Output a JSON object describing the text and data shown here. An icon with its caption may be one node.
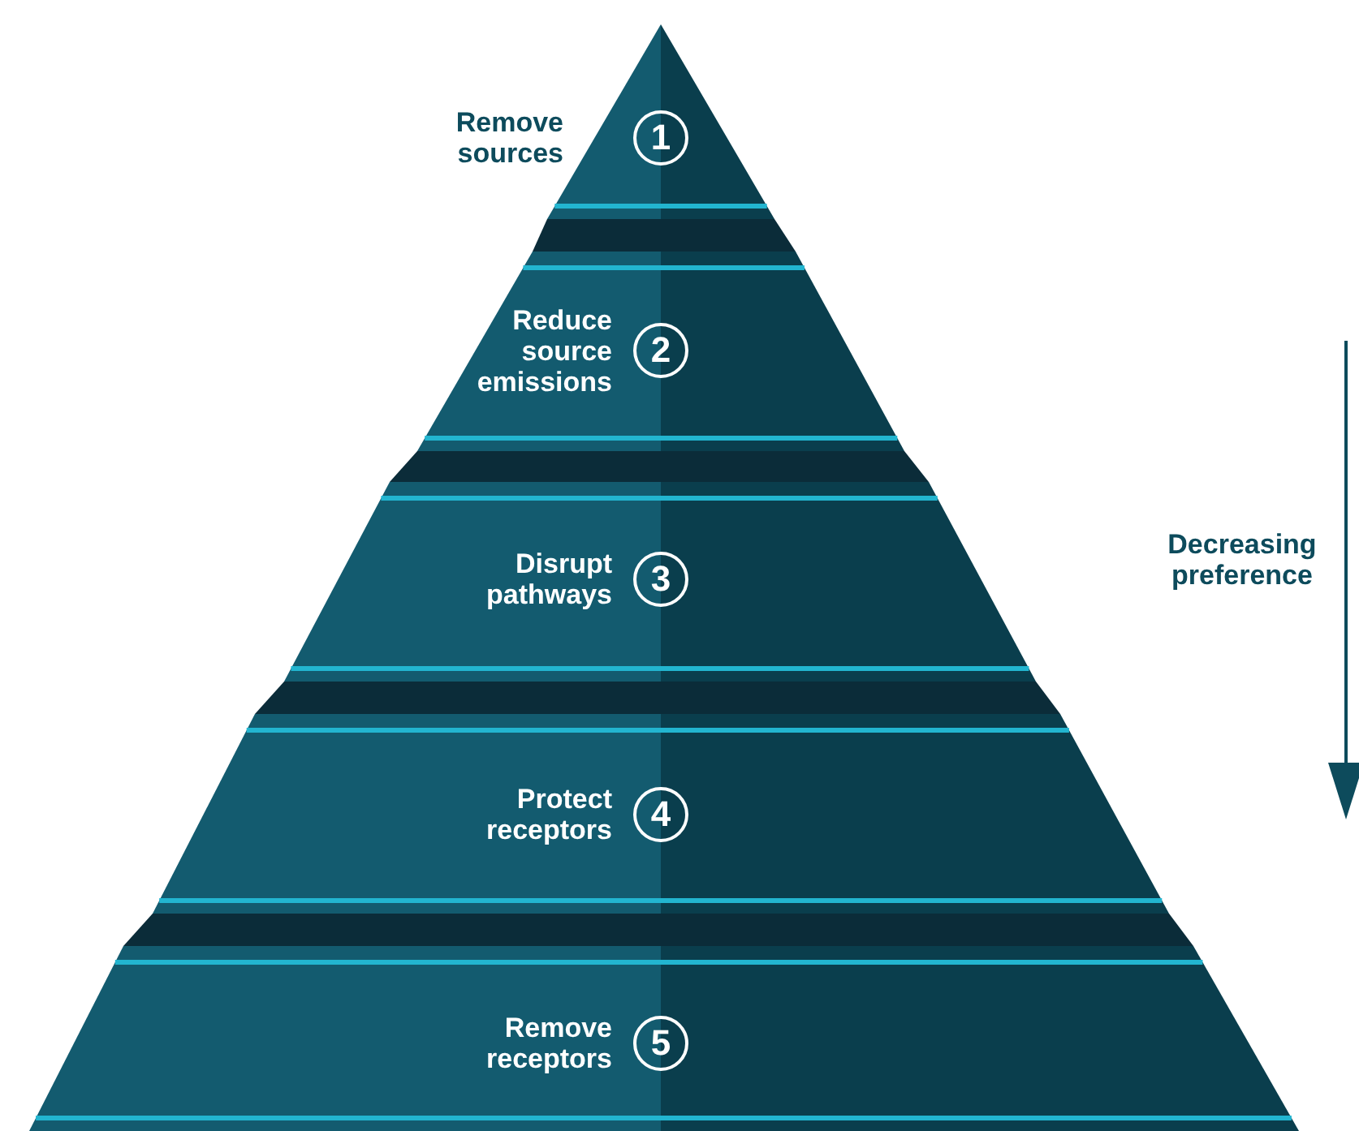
{
  "diagram": {
    "nodes": [
      {
        "text": [
          "Remove sources",
          "1"
        ]
      },
      {
        "text": [
          "Reduce source emissions",
          "2"
        ]
      },
      {
        "text": [
          "Disrupt pathways",
          "3"
        ]
      },
      {
        "text": [
          "Protect receptors",
          "4"
        ]
      },
      {
        "text": [
          "Remove receptors",
          "5"
        ]
      }
    ],
    "edges": [],
    "labels": [
      "Decreasing preference"
    ]
  }
}
